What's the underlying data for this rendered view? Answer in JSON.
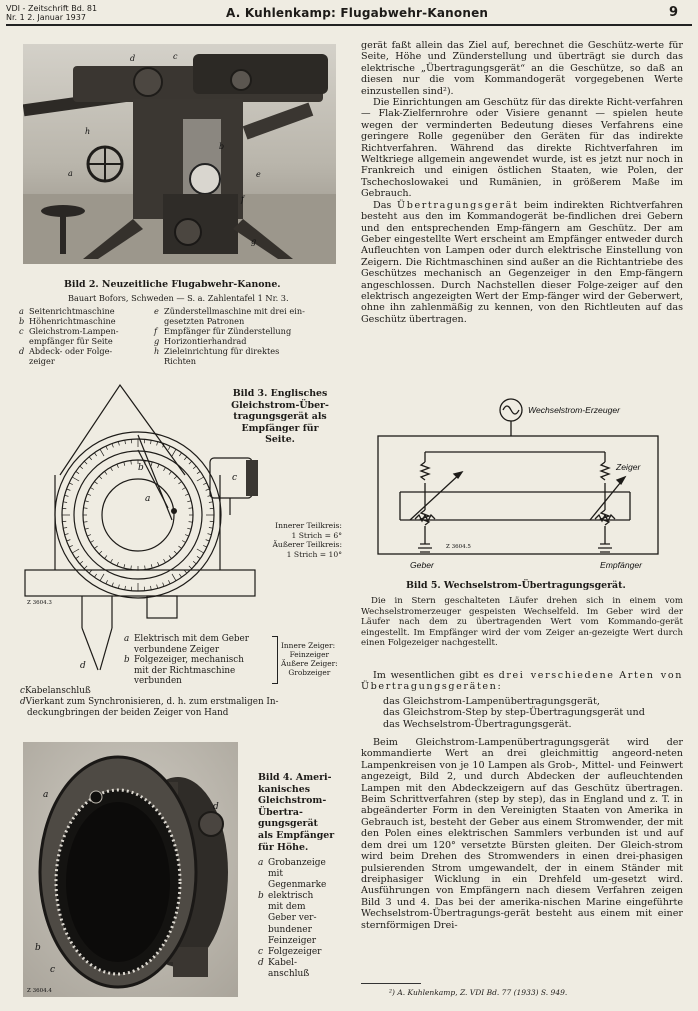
{
  "header": {
    "journal_line1": "VDI - Zeitschrift  Bd. 81",
    "journal_line2": "Nr. 1     2. Januar 1937",
    "title": "A. Kuhlenkamp: Flugabwehr-Kanonen",
    "page": "9"
  },
  "fig2": {
    "caption": "Bild 2. Neuzeitliche Flugabwehr-Kanone.",
    "source": "Bauart Bofors, Schweden — S. a. Zahlentafel 1 Nr. 3.",
    "labels": [
      "a",
      "b",
      "c",
      "d",
      "e",
      "f",
      "g",
      "h"
    ],
    "legend_left": [
      {
        "k": "a",
        "t": "Seitenrichtmaschine"
      },
      {
        "k": "b",
        "t": "Höhenrichtmaschine"
      },
      {
        "k": "c",
        "t": "Gleichstrom-Lampen-"
      },
      {
        "k": "",
        "t": "empfänger für Seite"
      },
      {
        "k": "d",
        "t": "Abdeck- oder Folge-"
      },
      {
        "k": "",
        "t": "zeiger"
      }
    ],
    "legend_right": [
      {
        "k": "e",
        "t": "Zünderstellmaschine mit drei ein-"
      },
      {
        "k": "",
        "t": "gesetzten Patronen"
      },
      {
        "k": "f",
        "t": "Empfänger für Zünderstellung"
      },
      {
        "k": "g",
        "t": "Horizontierhandrad"
      },
      {
        "k": "h",
        "t": "Zieleinrichtung für direktes"
      },
      {
        "k": "",
        "t": "Richten"
      }
    ]
  },
  "fig3": {
    "caption_lines": [
      "Bild 3. Englisches",
      "Gleichstrom-Über-",
      "tragungsgerät als",
      "Empfänger für",
      "Seite."
    ],
    "inner_scale": "Innerer Teilkreis:",
    "inner_value": "1 Strich = 6°",
    "outer_scale": "Äußerer Teilkreis:",
    "outer_value": "1 Strich = 10°",
    "stamp": "Z 3604.3",
    "label_a": "a",
    "label_b": "b",
    "label_c": "c",
    "label_d": "d",
    "legend": [
      {
        "k": "a",
        "t": "Elektrisch mit dem Geber"
      },
      {
        "k": "",
        "t": "verbundene Zeiger"
      },
      {
        "k": "b",
        "t": "Folgezeiger, mechanisch"
      },
      {
        "k": "",
        "t": "mit der Richtmaschine"
      },
      {
        "k": "",
        "t": "verbunden"
      }
    ],
    "side_inner": "Innere Zeiger:",
    "side_inner2": "Feinzeiger",
    "side_outer": "Äußere Zeiger:",
    "side_outer2": "Grobzeiger",
    "legend_c": "Kabelanschluß",
    "legend_d": "Vierkant zum Synchronisieren, d. h. zum erstmaligen In-",
    "legend_d2": "deckungbringen der beiden Zeiger von Hand"
  },
  "fig4": {
    "caption_lines": [
      "Bild 4. Ameri-",
      "kanisches",
      "Gleichstrom-",
      "Übertra-",
      "gungsgerät",
      "als Empfänger",
      "für Höhe."
    ],
    "legend": [
      {
        "k": "a",
        "t": "Grobanzeige"
      },
      {
        "k": "",
        "t": "mit"
      },
      {
        "k": "",
        "t": "Gegenmarke"
      },
      {
        "k": "b",
        "t": "elektrisch"
      },
      {
        "k": "",
        "t": "mit dem"
      },
      {
        "k": "",
        "t": "Geber ver-"
      },
      {
        "k": "",
        "t": "bundener"
      },
      {
        "k": "",
        "t": "Feinzeiger"
      },
      {
        "k": "c",
        "t": "Folgezeiger"
      },
      {
        "k": "d",
        "t": "Kabel-"
      },
      {
        "k": "",
        "t": "anschluß"
      }
    ],
    "stamp": "Z 3604.4",
    "label_a": "a",
    "label_b": "b",
    "label_c": "c",
    "label_d": "d"
  },
  "fig5": {
    "source_label": "Wechselstrom-Erzeuger",
    "pointer_label": "Zeiger",
    "geber": "Geber",
    "empfaenger": "Empfänger",
    "stamp": "Z 3604.5",
    "caption": "Bild 5. Wechselstrom-Übertragungsgerät.",
    "desc": "Die in Stern geschalteten Läufer drehen sich in einem vom Wechselstromerzeuger gespeisten Wechselfeld. Im Geber wird der Läufer nach dem zu übertragenden Wert vom Kommando-gerät eingestellt. Im Empfänger wird der vom Zeiger an-gezeigte Wert durch einen Folgezeiger nachgestellt."
  },
  "right_top": {
    "p1": "gerät faßt allein das Ziel auf, berechnet die Geschütz-werte für Seite, Höhe und Zünderstellung und überträgt sie durch das elektrische „Übertragungsgerät“ an die Geschütze, so daß an diesen nur die vom Kommandogerät vorgegebenen Werte einzustellen sind²).",
    "p2": "Die Einrichtungen am Geschütz für das direkte Richt-verfahren — Flak-Zielfernrohre oder Visiere genannt — spielen heute wegen der verminderten Bedeutung dieses Verfahrens eine geringere Rolle gegenüber den Geräten für das indirekte Richtverfahren. Während das direkte Richtverfahren im Weltkriege allgemein angewendet wurde, ist es jetzt nur noch in Frankreich und einigen östlichen Staaten, wie Polen, der Tschechoslowakei und Rumänien, in größerem Maße im Gebrauch.",
    "p3_lead": "Das",
    "p3_spaced": "Übertragungsgerät",
    "p3_rest": "beim indirekten Richtverfahren besteht aus den im Kommandogerät be-findlichen drei Gebern und den entsprechenden Emp-fängern am Geschütz. Der am Geber eingestellte Wert erscheint am Empfänger entweder durch Aufleuchten von Lampen oder durch elektrische Einstellung von Zeigern. Die Richtmaschinen sind außer an die Richtantriebe des Geschützes mechanisch an Gegenzeiger in den Emp-fängern angeschlossen. Durch Nachstellen dieser Folge-zeiger auf den elektrisch angezeigten Wert der Emp-fänger wird der Geberwert, ohne ihn zahlenmäßig zu kennen, von den Richtleuten auf das Geschütz übertragen."
  },
  "right_bottom": {
    "intro_a": "Im wesentlichen gibt es",
    "intro_b": "drei verschiedene",
    "intro_c": "Arten von Übertragungsgeräten:",
    "items": [
      "das Gleichstrom-Lampenübertragungsgerät,",
      "das Gleichstrom-Step by step-Übertragungsgerät und",
      "das Wechselstrom-Übertragungsgerät."
    ],
    "p_lamp": "Beim Gleichstrom-Lampenübertragungsgerät wird der kommandierte Wert an drei gleichmittig angeord-neten Lampenkreisen von je 10 Lampen als Grob-, Mittel- und Feinwert angezeigt, Bild 2, und durch Abdecken der aufleuchtenden Lampen mit den Abdeckzeigern auf das Geschütz übertragen. Beim Schrittverfahren (step by step), das in England und z. T. in abgeänderter Form in den Vereinigten Staaten von Amerika in Gebrauch ist, besteht der Geber aus einem Stromwender, der mit den Polen eines elektrischen Sammlers verbunden ist und auf dem drei um 120° versetzte Bürsten gleiten. Der Gleich-strom wird beim Drehen des Stromwenders in einen drei-phasigen pulsierenden Strom umgewandelt, der in einem Ständer mit dreiphasiger Wicklung in ein Drehfeld um-gesetzt wird. Ausführungen von Empfängern nach diesem Verfahren zeigen Bild 3 und 4. Das bei der amerika-nischen Marine eingeführte Wechselstrom-Übertragungs-gerät besteht aus einem mit einer sternförmigen Drei-",
    "footnote": "²) A. Kuhlenkamp, Z. VDI Bd. 77 (1933) S. 949."
  }
}
